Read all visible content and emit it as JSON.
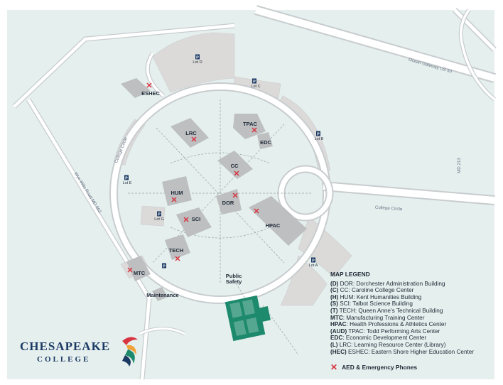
{
  "colors": {
    "background": "#e5efee",
    "road": "#ffffff",
    "road_edge": "#c8ccce",
    "building": "#bdbfc1",
    "parking": "#dcdad9",
    "aed": "#d8343f",
    "field": "#1e8a6d",
    "text": "#1f2a37",
    "logo_navy": "#1b3a63"
  },
  "roads": {
    "ocean_gateway": "Ocean Gateway US 50",
    "md_213": "MD 213",
    "college_circle_left": "College Circle",
    "college_circle_right": "College Circle",
    "wye_mills": "Wye Mills Road MD 662"
  },
  "parking_lots": [
    {
      "id": "lot-d",
      "icon": "P",
      "label": "Lot D"
    },
    {
      "id": "lot-c",
      "icon": "P",
      "label": "Lot C"
    },
    {
      "id": "lot-b",
      "icon": "P",
      "label": "Lot B"
    },
    {
      "id": "lot-e",
      "icon": "P",
      "label": "Lot E"
    },
    {
      "id": "lot-g",
      "icon": "P",
      "label": "Lot G"
    },
    {
      "id": "lot-a",
      "icon": "P",
      "label": "Lot A"
    },
    {
      "id": "lot-mtc",
      "icon": "P",
      "label": ""
    }
  ],
  "buildings": [
    {
      "id": "eshec",
      "label": "ESHEC"
    },
    {
      "id": "tpac",
      "label": "TPAC"
    },
    {
      "id": "edc",
      "label": "EDC"
    },
    {
      "id": "lrc",
      "label": "LRC"
    },
    {
      "id": "cc",
      "label": "CC"
    },
    {
      "id": "hum",
      "label": "HUM"
    },
    {
      "id": "dor",
      "label": "DOR"
    },
    {
      "id": "hpac",
      "label": "HPAC"
    },
    {
      "id": "sci",
      "label": "SCI"
    },
    {
      "id": "tech",
      "label": "TECH"
    },
    {
      "id": "mtc",
      "label": "MTC"
    },
    {
      "id": "maintenance",
      "label": "Maintenance"
    },
    {
      "id": "public-safety",
      "label_line1": "Public",
      "label_line2": "Safety"
    }
  ],
  "legend": {
    "title": "MAP LEGEND",
    "items": [
      {
        "code": "(D)",
        "text": " DOR: Dorchester Administration Building"
      },
      {
        "code": "(C)",
        "text": " CC: Caroline College Center"
      },
      {
        "code": "(H)",
        "text": " HUM: Kent Humanities Building"
      },
      {
        "code": "(S)",
        "text": " SCI: Talbot Science Building"
      },
      {
        "code": "(T)",
        "text": " TECH: Queen Anne’s Technical Building"
      },
      {
        "code": "MTC",
        "text": ": Manufacturing Training Center"
      },
      {
        "code": "HPAC",
        "text": ": Health Professions & Athletics Center"
      },
      {
        "code": "(AUD)",
        "text": " TPAC: Todd Performing Arts Center"
      },
      {
        "code": "EDC",
        "text": ": Economic Development Center"
      },
      {
        "code": "(L)",
        "text": " LRC: Learning Resource Center (Library)"
      },
      {
        "code": "(HEC)",
        "text": " ESHEC: Eastern Shore Higher Education Center"
      }
    ],
    "aed_label": "AED & Emergency Phones",
    "aed_icon": "red-x-icon"
  },
  "logo": {
    "line1": "CHESAPEAKE",
    "line2": "COLLEGE",
    "mark_icon": "heron-logo-icon"
  }
}
